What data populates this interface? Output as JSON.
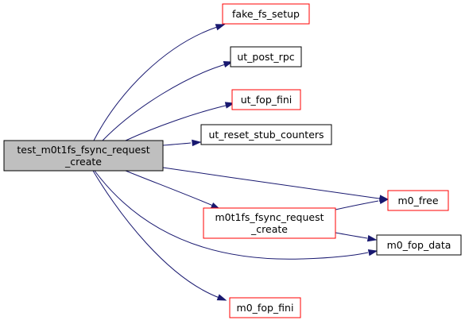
{
  "colors": {
    "edge": "#191970",
    "root_fill": "#bfbfbf",
    "root_border": "#000000",
    "linked_border": "#ff0000",
    "plain_border": "#000000",
    "node_fill": "#ffffff"
  },
  "nodes": {
    "root": {
      "lines": [
        "test_m0t1fs_fsync_request",
        "_create"
      ],
      "style": "root"
    },
    "fake_fs_setup": {
      "lines": [
        "fake_fs_setup"
      ],
      "style": "linked"
    },
    "ut_post_rpc": {
      "lines": [
        "ut_post_rpc"
      ],
      "style": "plain"
    },
    "ut_fop_fini": {
      "lines": [
        "ut_fop_fini"
      ],
      "style": "linked"
    },
    "ut_reset_stub_counters": {
      "lines": [
        "ut_reset_stub_counters"
      ],
      "style": "plain"
    },
    "m0t1fs_fsync_request_create": {
      "lines": [
        "m0t1fs_fsync_request",
        "_create"
      ],
      "style": "linked"
    },
    "m0_free": {
      "lines": [
        "m0_free"
      ],
      "style": "linked"
    },
    "m0_fop_data": {
      "lines": [
        "m0_fop_data"
      ],
      "style": "plain"
    },
    "m0_fop_fini": {
      "lines": [
        "m0_fop_fini"
      ],
      "style": "linked"
    }
  },
  "edges": [
    {
      "from": "root",
      "to": "fake_fs_setup"
    },
    {
      "from": "root",
      "to": "ut_post_rpc"
    },
    {
      "from": "root",
      "to": "ut_fop_fini"
    },
    {
      "from": "root",
      "to": "ut_reset_stub_counters"
    },
    {
      "from": "root",
      "to": "m0_free"
    },
    {
      "from": "root",
      "to": "m0t1fs_fsync_request_create"
    },
    {
      "from": "root",
      "to": "m0_fop_data"
    },
    {
      "from": "root",
      "to": "m0_fop_fini"
    },
    {
      "from": "m0t1fs_fsync_request_create",
      "to": "m0_free"
    },
    {
      "from": "m0t1fs_fsync_request_create",
      "to": "m0_fop_data"
    }
  ]
}
